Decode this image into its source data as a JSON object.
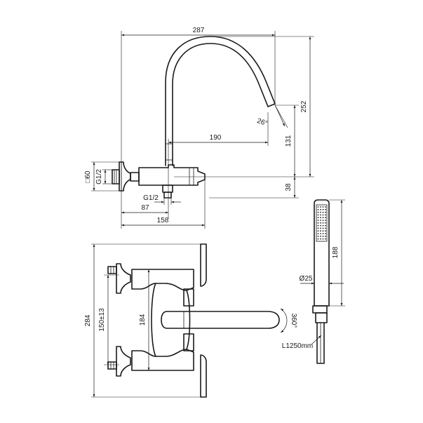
{
  "dimensions": {
    "total_width": "287",
    "spout_reach": "190",
    "total_height": "252",
    "spout_height": "131",
    "body_height": "38",
    "spout_angle": "26°",
    "rosette": "□60",
    "inlet_thread": "G1/2",
    "outlet_thread": "G1/2",
    "outlet_offset": "87",
    "body_depth": "158",
    "overall_length": "284",
    "inlet_centres": "150±13",
    "body_length": "184",
    "swivel": "360°",
    "handshower_length": "188",
    "handshower_diameter": "Ø25",
    "hose_length": "L1250mm"
  },
  "colors": {
    "line": "#1a1a1a",
    "background": "#ffffff"
  }
}
